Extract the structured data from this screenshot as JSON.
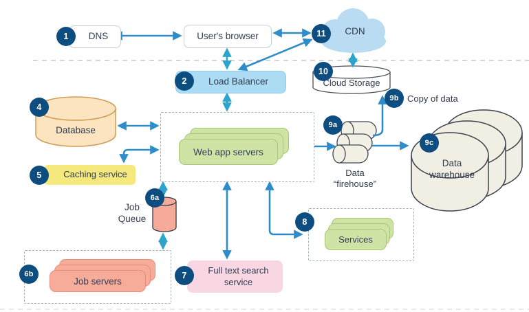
{
  "colors": {
    "badge_bg": "#0e4d80",
    "arrow_blue": "#2e8cc9",
    "arrow_teal": "#2da4cc",
    "load_balancer_fill": "#abdcf4",
    "cdn_fill": "#b9dcf2",
    "database_fill": "#fbe4bf",
    "caching_fill": "#f5e87d",
    "green_card_fill": "#cfe3a5",
    "salmon_card_fill": "#f7ab99",
    "pink_fill": "#f8d7e3",
    "ivory_fill": "#f1eee3"
  },
  "nodes": {
    "dns": {
      "badge": "1",
      "label": "DNS"
    },
    "users_browser": {
      "label": "User's browser"
    },
    "load_balancer": {
      "badge": "2",
      "label": "Load Balancer"
    },
    "database": {
      "badge": "4",
      "label": "Database"
    },
    "caching_service": {
      "badge": "5",
      "label": "Caching service"
    },
    "web_app_servers": {
      "label": "Web app servers"
    },
    "job_queue": {
      "badge": "6a",
      "label_line1": "Job",
      "label_line2": "Queue"
    },
    "job_servers": {
      "badge": "6b",
      "label": "Job servers"
    },
    "full_text_search": {
      "badge": "7",
      "label_line1": "Full text search",
      "label_line2": "service"
    },
    "services": {
      "badge": "8",
      "label": "Services"
    },
    "data_firehouse": {
      "badge": "9a",
      "label_line1": "Data",
      "label_line2": "“firehouse”"
    },
    "copy_of_data": {
      "badge": "9b",
      "label": "Copy of data"
    },
    "data_warehouse": {
      "badge": "9c",
      "label_line1": "Data",
      "label_line2": "warehouse"
    },
    "cloud_storage": {
      "badge": "10",
      "label": "Cloud Storage"
    },
    "cdn": {
      "badge": "11",
      "label": "CDN"
    }
  }
}
